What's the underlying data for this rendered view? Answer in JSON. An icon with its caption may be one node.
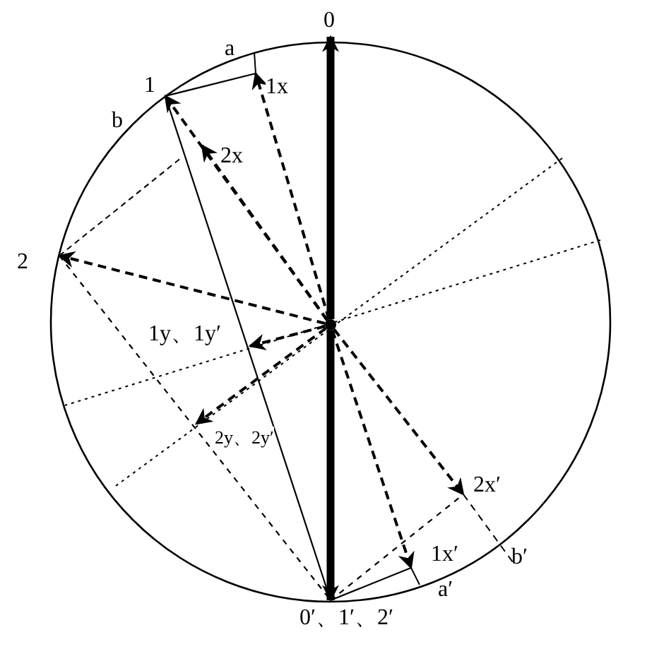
{
  "diagram": {
    "nodes": [
      {
        "text": [
          "0"
        ]
      },
      {
        "text": [
          "1"
        ]
      },
      {
        "text": [
          "1x"
        ]
      },
      {
        "text": [
          "2x"
        ]
      },
      {
        "text": [
          "2"
        ]
      },
      {
        "text": [],
        "shape": "circle"
      },
      {
        "text": [
          "1y、1y′"
        ]
      },
      {
        "text": [
          "2y、2y′"
        ]
      },
      {
        "text": [
          "2x′"
        ]
      },
      {
        "text": [
          "1x′"
        ]
      },
      {
        "text": [
          "0′、1′、2′"
        ]
      }
    ],
    "edges": [
      {
        "from": 5,
        "to": 0,
        "arrow": "to",
        "style": "thick"
      },
      {
        "from": 5,
        "to": 10,
        "arrow": "to",
        "style": "thick"
      },
      {
        "from": 5,
        "to": 1,
        "arrow": "to",
        "style": "dashed"
      },
      {
        "from": 5,
        "to": 4,
        "arrow": "to",
        "style": "dashed"
      },
      {
        "from": 5,
        "to": 3,
        "arrow": "to",
        "style": "dashed"
      },
      {
        "from": 5,
        "to": 2,
        "arrow": "to",
        "style": "dashed"
      },
      {
        "from": 5,
        "to": 6,
        "arrow": "to",
        "style": "dashed"
      },
      {
        "from": 5,
        "to": 7,
        "arrow": "to",
        "style": "dashed"
      },
      {
        "from": 5,
        "to": 8,
        "arrow": "to",
        "style": "dashed"
      },
      {
        "from": 5,
        "to": 9,
        "arrow": "to",
        "style": "dashed"
      },
      {
        "from": 1,
        "to": 10,
        "arrow": "none"
      },
      {
        "from": 1,
        "to": 2,
        "arrow": "none"
      },
      {
        "from": 10,
        "to": 9,
        "arrow": "none"
      },
      {
        "from": 4,
        "to": 10,
        "arrow": "none",
        "style": "dashed"
      },
      {
        "from": 10,
        "to": 8,
        "arrow": "none",
        "style": "dashed"
      }
    ],
    "labels": [
      "a",
      "b",
      "b′",
      "a′"
    ]
  }
}
